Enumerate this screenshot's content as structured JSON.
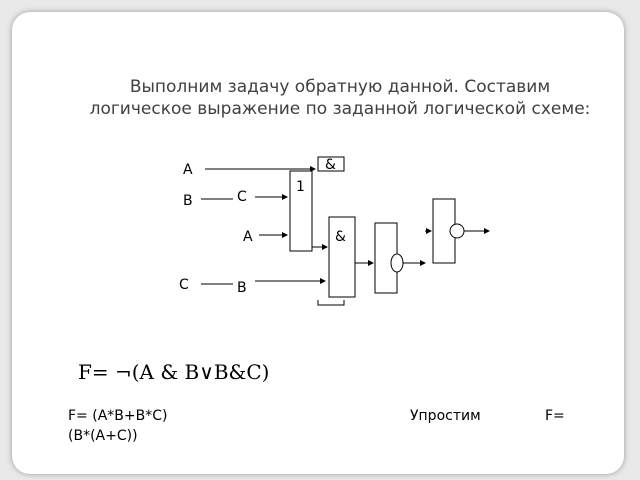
{
  "slide": {
    "title": "Выполним задачу обратную данной. Составим логическое выражение по заданной логической схеме:"
  },
  "diagram": {
    "labels": {
      "input_a_top": "A",
      "input_b": "B",
      "input_c_left": "C",
      "input_c_mid": "C",
      "input_a_mid": "A",
      "input_b_bottom": "B"
    },
    "gates": {
      "and_top": "&",
      "or_gate": "1",
      "and_mid": "&"
    }
  },
  "formula": {
    "original": "F= ¬(A & B∨B&C)",
    "expanded": "F= (A*B+B*C)",
    "simplify_label": "Упростим",
    "result_start": "F=",
    "result_end": "(B*(A+C))"
  }
}
